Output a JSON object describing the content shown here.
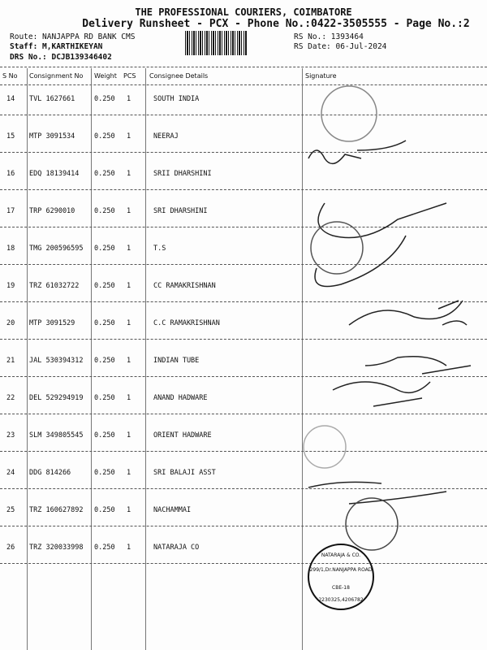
{
  "header": {
    "company": "THE PROFESSIONAL COURIERS, COIMBATORE",
    "subtitle": "Delivery Runsheet - PCX - Phone No.:0422-3505555 - Page No.:2",
    "route": "Route: NANJAPPA RD BANK CMS",
    "staff": "Staff: M,KARTHIKEYAN",
    "drs": "DRS No.: DCJB139346402",
    "rs_no": "RS No.: 1393464",
    "rs_date": "RS Date: 06-Jul-2024"
  },
  "columns": [
    "S No",
    "Consignment No",
    "Weight",
    "PCS",
    "Consignee Details",
    "Signature"
  ],
  "rows": [
    {
      "sno": "14",
      "cn": "TVL 1627661",
      "wt": "0.250",
      "pcs": "1",
      "consignee": "SOUTH INDIA"
    },
    {
      "sno": "15",
      "cn": "MTP 3091534",
      "wt": "0.250",
      "pcs": "1",
      "consignee": "NEERAJ"
    },
    {
      "sno": "16",
      "cn": "EDQ 18139414",
      "wt": "0.250",
      "pcs": "1",
      "consignee": "SRII DHARSHINI"
    },
    {
      "sno": "17",
      "cn": "TRP 6290010",
      "wt": "0.250",
      "pcs": "1",
      "consignee": "SRI DHARSHINI"
    },
    {
      "sno": "18",
      "cn": "TMG 200596595",
      "wt": "0.250",
      "pcs": "1",
      "consignee": "T.S"
    },
    {
      "sno": "19",
      "cn": "TRZ 61032722",
      "wt": "0.250",
      "pcs": "1",
      "consignee": "CC RAMAKRISHNAN"
    },
    {
      "sno": "20",
      "cn": "MTP 3091529",
      "wt": "0.250",
      "pcs": "1",
      "consignee": "C.C RAMAKRISHNAN"
    },
    {
      "sno": "21",
      "cn": "JAL 530394312",
      "wt": "0.250",
      "pcs": "1",
      "consignee": "INDIAN TUBE"
    },
    {
      "sno": "22",
      "cn": "DEL 529294919",
      "wt": "0.250",
      "pcs": "1",
      "consignee": "ANAND HADWARE"
    },
    {
      "sno": "23",
      "cn": "SLM 349805545",
      "wt": "0.250",
      "pcs": "1",
      "consignee": "ORIENT HADWARE"
    },
    {
      "sno": "24",
      "cn": "DDG 814266",
      "wt": "0.250",
      "pcs": "1",
      "consignee": "SRI BALAJI ASST"
    },
    {
      "sno": "25",
      "cn": "TRZ 160627892",
      "wt": "0.250",
      "pcs": "1",
      "consignee": "NACHAMMAI"
    },
    {
      "sno": "26",
      "cn": "TRZ 320033998",
      "wt": "0.250",
      "pcs": "1",
      "consignee": "NATARAJA CO"
    }
  ],
  "stamps": [
    "NATARAJA & CO.",
    "299/1,Dr.NANJAPPA ROAD",
    "CBE-18",
    "2230325,4206782"
  ]
}
